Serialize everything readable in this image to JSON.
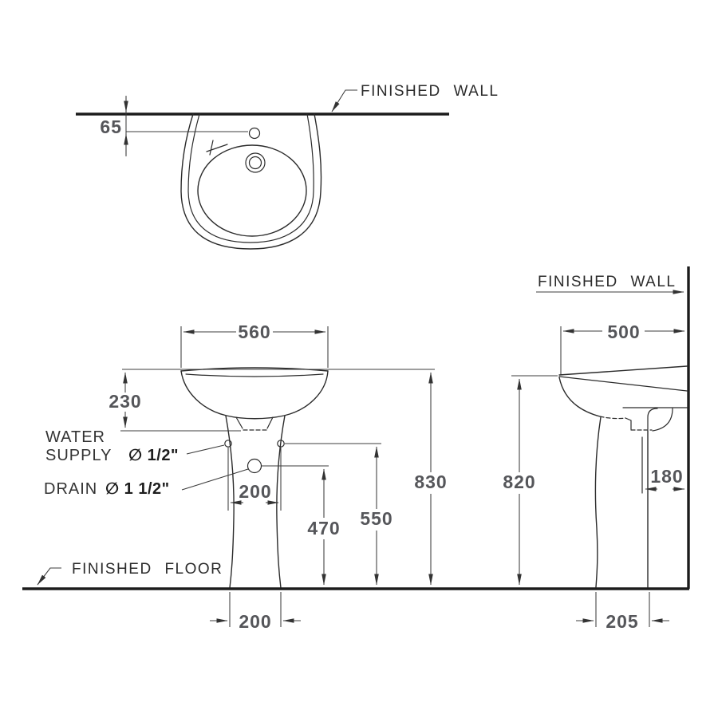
{
  "drawing": {
    "top_view": {
      "wall_label": "FINISHED WALL",
      "faucet_offset": "65"
    },
    "front_view": {
      "width": "560",
      "bowl_depth": "230",
      "rim_height": "830",
      "supply_height": "550",
      "drain_height": "470",
      "supply_spacing": "200",
      "base_width": "200",
      "water_supply_line1": "WATER",
      "water_supply_line2": "SUPPLY",
      "water_supply_size": "∅ 1/2\"",
      "drain_label": "DRAIN",
      "drain_size": "∅ 1 1/2\"",
      "floor_label": "FINISHED FLOOR"
    },
    "side_view": {
      "wall_label": "FINISHED WALL",
      "depth": "500",
      "rim_height": "820",
      "drain_wall_offset": "180",
      "base_depth": "205"
    },
    "colors": {
      "line": "#2b2b2b",
      "dimension_text": "#55565a",
      "label_text": "#2b2b2b",
      "background": "#ffffff"
    }
  }
}
